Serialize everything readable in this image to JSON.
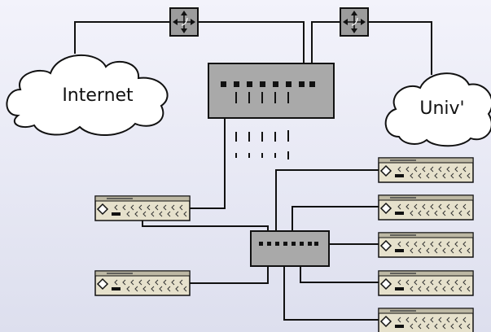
{
  "diagram": {
    "nodes": {
      "cloud_internet": {
        "label": "Internet",
        "kind": "cloud"
      },
      "cloud_univ": {
        "label": "Univ'",
        "kind": "cloud"
      },
      "router_1": {
        "kind": "router",
        "icon": "router-arrows-icon"
      },
      "router_2": {
        "kind": "router",
        "icon": "router-arrows-icon"
      },
      "switch_main": {
        "kind": "switch",
        "port_count": 7
      },
      "switch_secondary": {
        "kind": "switch",
        "port_count": 7
      },
      "hosts": {
        "kind": "rack-server",
        "count": 7
      }
    },
    "colors": {
      "background_top": "#f3f3fb",
      "background_bottom": "#dddfee",
      "device_gray": "#a9a9a9",
      "server_body": "#e6e1cc",
      "line": "#111111"
    }
  }
}
